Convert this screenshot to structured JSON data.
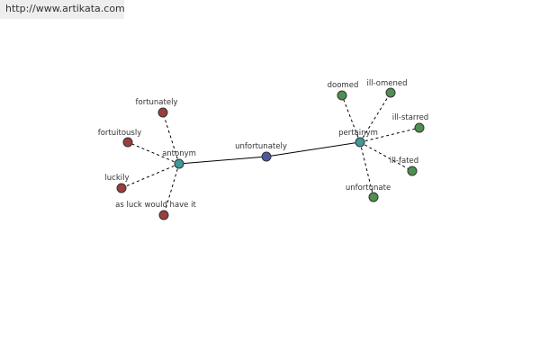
{
  "watermark": "http://www.artikata.com",
  "colors": {
    "center": "#4a5aa0",
    "relation": "#3f9a9a",
    "antonym_leaf": "#9b3e3e",
    "pertainym_leaf": "#4f8f4f",
    "edge": "#000000"
  },
  "graph": {
    "center": {
      "label": "unfortunately"
    },
    "relations": [
      {
        "id": "antonym",
        "label": "antonym",
        "leaves": [
          "fortunately",
          "fortuitously",
          "luckily",
          "as luck would have it"
        ]
      },
      {
        "id": "pertainym",
        "label": "pertainym",
        "leaves": [
          "doomed",
          "ill-omened",
          "ill-starred",
          "ill-fated",
          "unfortunate"
        ]
      }
    ]
  }
}
